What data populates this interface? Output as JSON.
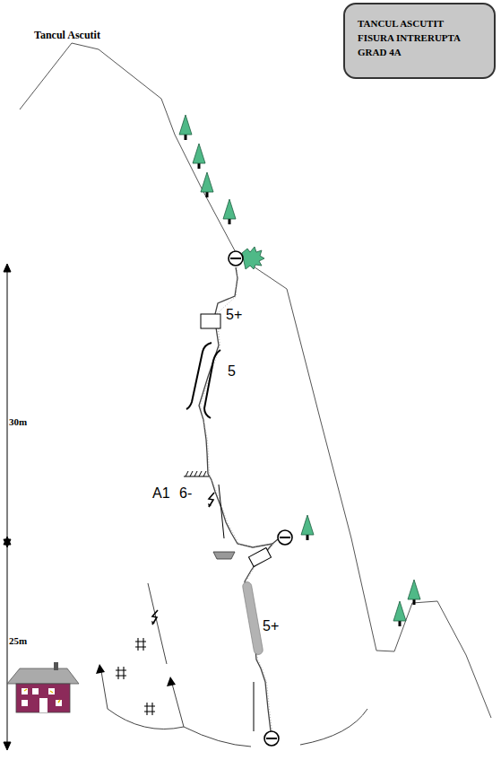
{
  "diagram": {
    "nodes": [
      {
        "text": [
          "TANCUL ASCUTIT FISURA INTRERUPTA GRAD 4A"
        ]
      }
    ],
    "labels": [
      "Tancul Ascutit",
      "5+",
      "5",
      "A1",
      "6-",
      "5+",
      "30m",
      "25m"
    ]
  }
}
